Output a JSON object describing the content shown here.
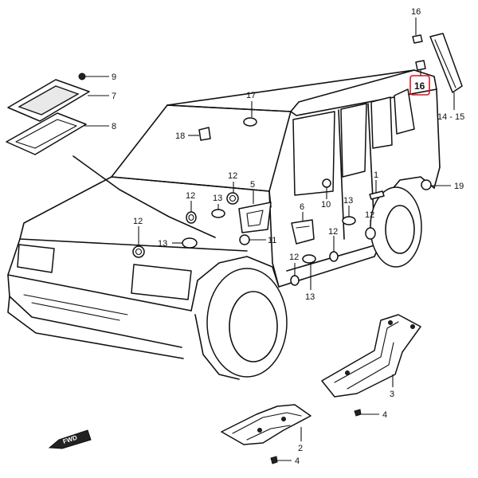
{
  "callouts": {
    "c1": "1",
    "c2": "2",
    "c3": "3",
    "c4a": "4",
    "c4b": "4",
    "c5": "5",
    "c6": "6",
    "c7": "7",
    "c8": "8",
    "c9": "9",
    "c10": "10",
    "c11": "11",
    "c12a": "12",
    "c12b": "12",
    "c12c": "12",
    "c12d": "12",
    "c12e": "12",
    "c12f": "12",
    "c13a": "13",
    "c13b": "13",
    "c13c": "13",
    "c13d": "13",
    "c14_15": "14 - 15",
    "c16a": "16",
    "c16b": "16",
    "c17": "17",
    "c18": "18",
    "c19": "19"
  },
  "fwd_label": "FWD",
  "highlight_color": "#e0141e"
}
